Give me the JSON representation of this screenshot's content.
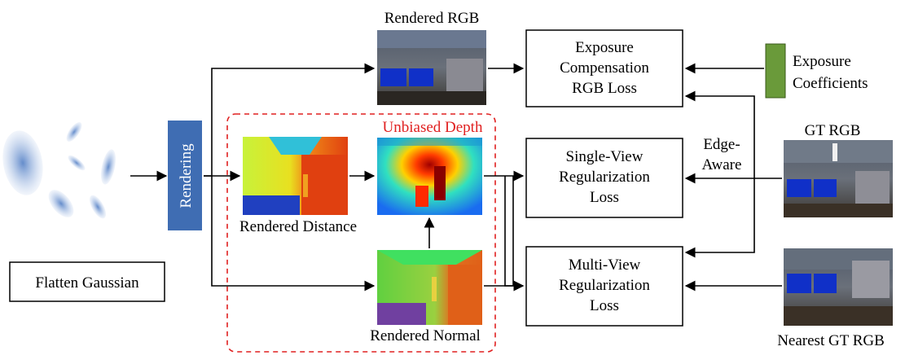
{
  "gaussians": {
    "label": "Flatten Gaussian"
  },
  "rendering": {
    "label": "Rendering"
  },
  "images": {
    "rendered_rgb": "Rendered RGB",
    "rendered_distance": "Rendered Distance",
    "unbiased_depth": "Unbiased Depth",
    "rendered_normal": "Rendered Normal",
    "gt_rgb": "GT RGB",
    "nearest_gt_rgb": "Nearest GT RGB"
  },
  "losses": {
    "exposure": [
      "Exposure",
      "Compensation",
      "RGB Loss"
    ],
    "single_view": [
      "Single-View",
      "Regularization",
      "Loss"
    ],
    "multi_view": [
      "Multi-View",
      "Regularization",
      "Loss"
    ]
  },
  "exposure_coefficients": [
    "Exposure",
    "Coefficients"
  ],
  "edge_aware": [
    "Edge-",
    "Aware"
  ],
  "colors": {
    "rendering_block": "#3f6db3",
    "exposure_block": "#6a9a3a",
    "dashed_box": "#e02020"
  }
}
